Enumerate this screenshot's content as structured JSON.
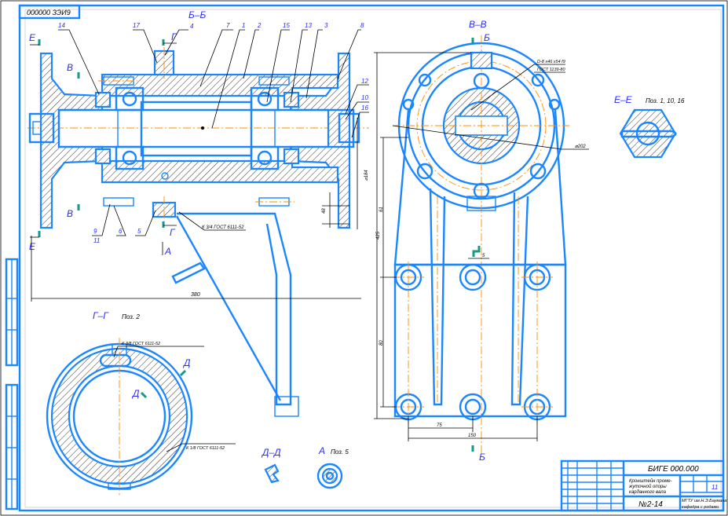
{
  "stamp": "000000 ЗЭИ9",
  "section_labels": {
    "bb": "Б–Б",
    "g_top": "Г",
    "g_bottom": "Г",
    "e_top": "Е",
    "e_bottom": "Е",
    "v_top": "В",
    "v_bottom": "В",
    "a_arrow": "А",
    "vv": "В–В",
    "b_top": "Б",
    "b_bottom": "Б",
    "ee": "Е–Е",
    "ee_note": "Поз. 1, 10, 16",
    "gg": "Г–Г",
    "gg_note": "Поз. 2",
    "d1": "Д",
    "d2": "Д",
    "dd": "Д–Д",
    "a_view": "А",
    "a_note": "Поз. 5"
  },
  "leaders": [
    "14",
    "17",
    "4",
    "7",
    "1",
    "2",
    "15",
    "13",
    "3",
    "8",
    "12",
    "10",
    "16",
    "9",
    "11",
    "6",
    "5"
  ],
  "annotations": {
    "thread_34": "К 3/4 ГОСТ 6111-52",
    "thread_38": "К 3/8 ГОСТ 6111-52",
    "thread_18": "К 1/8 ГОСТ 6111-52",
    "spline_1": "D-8 x46 x54 f9",
    "spline_2": "ГОСТ 1139-80",
    "dia_202": "⌀202"
  },
  "dimensions": {
    "length_380": "380",
    "height_425": "425",
    "dim_61": "61",
    "dim_80": "80",
    "dim_75": "75",
    "dim_150": "150",
    "dim_5": "5",
    "dia_184": "⌀184",
    "dim_48": "48"
  },
  "title_block": {
    "designation": "БИГЕ 000.000",
    "name_line1": "Кронштейн проме-",
    "name_line2": "жуточной опоры",
    "name_line3": "карданного вала",
    "number": "№2-14",
    "org_line1": "МГТУ им.Н.Э.Баумана",
    "org_line2": "кафедра с родами",
    "sheets": "11"
  },
  "colors": {
    "line": "#1a86ff",
    "center": "#ff8c00",
    "section_mark": "#159a8a",
    "text": "#2a2aff"
  }
}
